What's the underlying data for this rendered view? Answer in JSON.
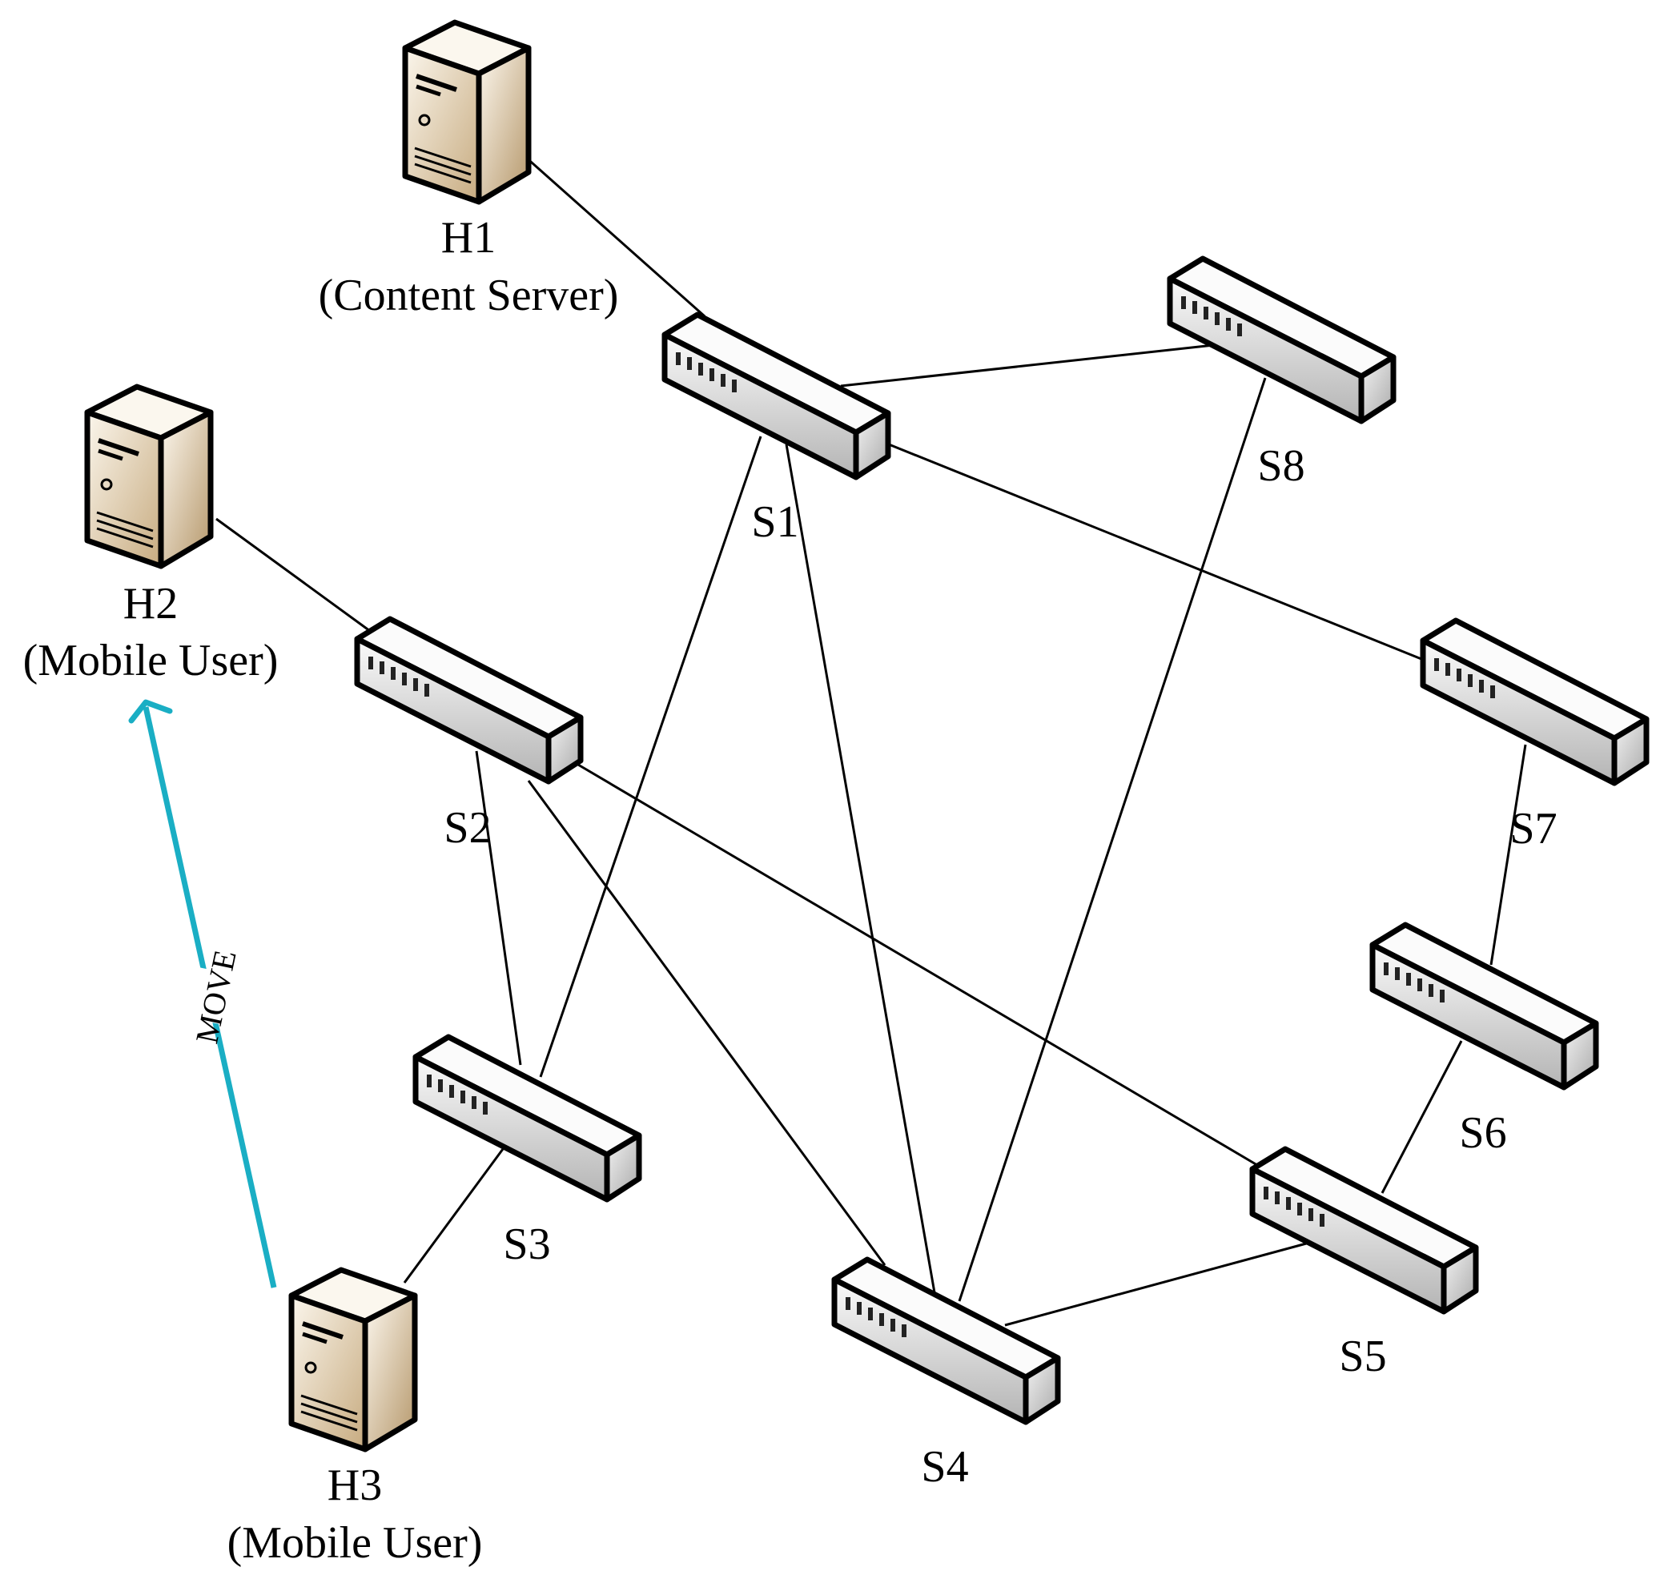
{
  "hosts": {
    "h1": {
      "label": "H1",
      "sublabel": "(Content Server)"
    },
    "h2": {
      "label": "H2",
      "sublabel": "(Mobile User)"
    },
    "h3": {
      "label": "H3",
      "sublabel": "(Mobile User)"
    }
  },
  "switches": {
    "s1": {
      "label": "S1"
    },
    "s2": {
      "label": "S2"
    },
    "s3": {
      "label": "S3"
    },
    "s4": {
      "label": "S4"
    },
    "s5": {
      "label": "S5"
    },
    "s6": {
      "label": "S6"
    },
    "s7": {
      "label": "S7"
    },
    "s8": {
      "label": "S8"
    }
  },
  "links": [
    [
      "h1",
      "s1"
    ],
    [
      "h2",
      "s2"
    ],
    [
      "h3",
      "s3"
    ],
    [
      "s1",
      "s8"
    ],
    [
      "s1",
      "s7"
    ],
    [
      "s1",
      "s3"
    ],
    [
      "s1",
      "s4"
    ],
    [
      "s2",
      "s3"
    ],
    [
      "s2",
      "s4"
    ],
    [
      "s2",
      "s5"
    ],
    [
      "s8",
      "s4"
    ],
    [
      "s4",
      "s5"
    ],
    [
      "s5",
      "s6"
    ],
    [
      "s6",
      "s7"
    ]
  ],
  "move_arrow": {
    "label": "MOVE",
    "from": "h3",
    "to": "h2",
    "color": "#1aaec4"
  },
  "colors": {
    "link": "#000000",
    "server_light": "#f7efe1",
    "server_dark": "#b5976a",
    "switch_light": "#f4f4f4",
    "switch_dark": "#9a9a9a"
  }
}
